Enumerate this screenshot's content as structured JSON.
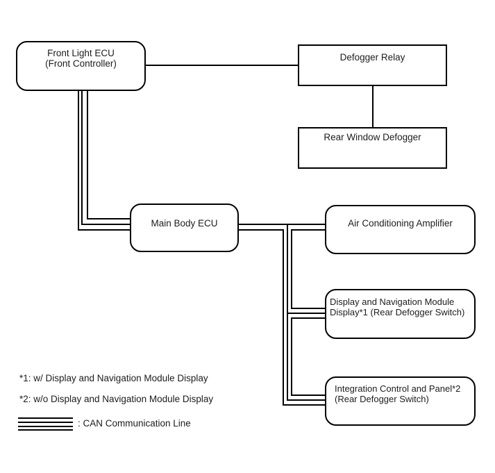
{
  "diagram": {
    "nodes": {
      "front_light_ecu": {
        "line1": "Front Light ECU",
        "line2": "(Front Controller)"
      },
      "defogger_relay": {
        "line1": "Defogger Relay"
      },
      "rear_window_defogger": {
        "line1": "Rear Window Defogger"
      },
      "main_body_ecu": {
        "line1": "Main Body ECU"
      },
      "ac_amplifier": {
        "line1": "Air Conditioning Amplifier"
      },
      "display_nav_module": {
        "line1": "Display and Navigation Module",
        "line2": "Display*1 (Rear Defogger Switch)"
      },
      "integration_control": {
        "line1": "Integration Control and Panel*2",
        "line2": "(Rear Defogger Switch)"
      }
    },
    "footnotes": {
      "note1": "*1: w/ Display and Navigation Module Display",
      "note2": "*2: w/o Display and Navigation Module Display"
    },
    "legend": {
      "can_label": ": CAN Communication Line"
    },
    "connections": [
      {
        "from": "front_light_ecu",
        "to": "defogger_relay",
        "type": "wire"
      },
      {
        "from": "defogger_relay",
        "to": "rear_window_defogger",
        "type": "wire"
      },
      {
        "from": "front_light_ecu",
        "to": "main_body_ecu",
        "type": "can"
      },
      {
        "from": "main_body_ecu",
        "to": "ac_amplifier",
        "type": "can"
      },
      {
        "from": "main_body_ecu",
        "to": "display_nav_module",
        "type": "can"
      },
      {
        "from": "main_body_ecu",
        "to": "integration_control",
        "type": "can"
      }
    ],
    "colors": {
      "line": "#000000",
      "text": "#1c1c1c",
      "background": "#ffffff"
    }
  }
}
